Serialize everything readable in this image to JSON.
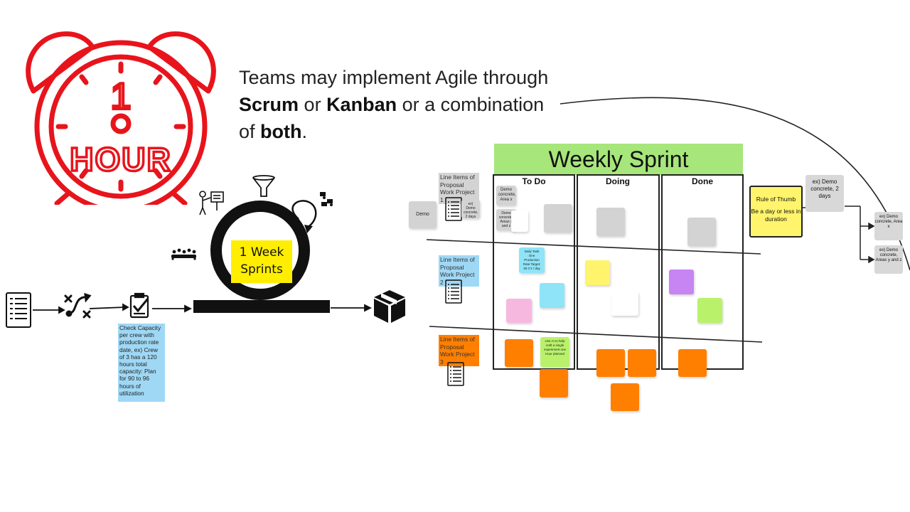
{
  "clock": {
    "line1": "1",
    "line2": "HOUR",
    "color": "#e8141c"
  },
  "headline": {
    "p1": "Teams may implement Agile through ",
    "scrum": "Scrum",
    "p2": " or ",
    "kanban": "Kanban",
    "p3": " or a combination of ",
    "both": "both",
    "p4": "."
  },
  "scrum_cycle": {
    "label_line1": "1 Week",
    "label_line2": "Sprints"
  },
  "check_capacity": "Check Capacity per crew with production rate date, ex) Crew of 3 has a 120 hours total capacity: Plan for 90 to 96 hours of utilization",
  "board": {
    "title": "Weekly Sprint",
    "columns": [
      "To Do",
      "Doing",
      "Done"
    ],
    "lanes": [
      {
        "label": "Line Items of Proposal Work Project 1",
        "color": "#d3d3d3"
      },
      {
        "label": "Line Items of Proposal Work Project 2",
        "color": "#9fd8f5"
      },
      {
        "label": "Line Items of Proposal Work Project 3",
        "color": "#ff7f00"
      }
    ],
    "demo_note": "Demo",
    "todo_note1": "Demo concrete, Area x",
    "todo_note2": "ex) Demo concrete, 2 days",
    "todo_note3": "Demo concrete, Areas y and z",
    "lane2_note": "Daily Task One Production Rate Target: 30 CY / day",
    "lane3_note": "Use AI to help craft a single experiment one Hour planned"
  },
  "rule_of_thumb": {
    "title": "Rule of Thumb",
    "body": "Be a day or less in duration"
  },
  "examples": {
    "top": "ex) Demo concrete, 2 days",
    "a": "ex) Demo concrete, Area x",
    "b": "ex) Demo concrete, Areas y and z"
  },
  "colors": {
    "accent_red": "#e8141c",
    "board_green": "#a6e67a",
    "sticky_yellow": "#fff46b",
    "sticky_blue": "#8fe4f7",
    "sticky_pink": "#f7b8e0",
    "sticky_purple": "#c685f2",
    "sticky_green": "#b9f26a",
    "sticky_orange": "#ff7f00"
  }
}
